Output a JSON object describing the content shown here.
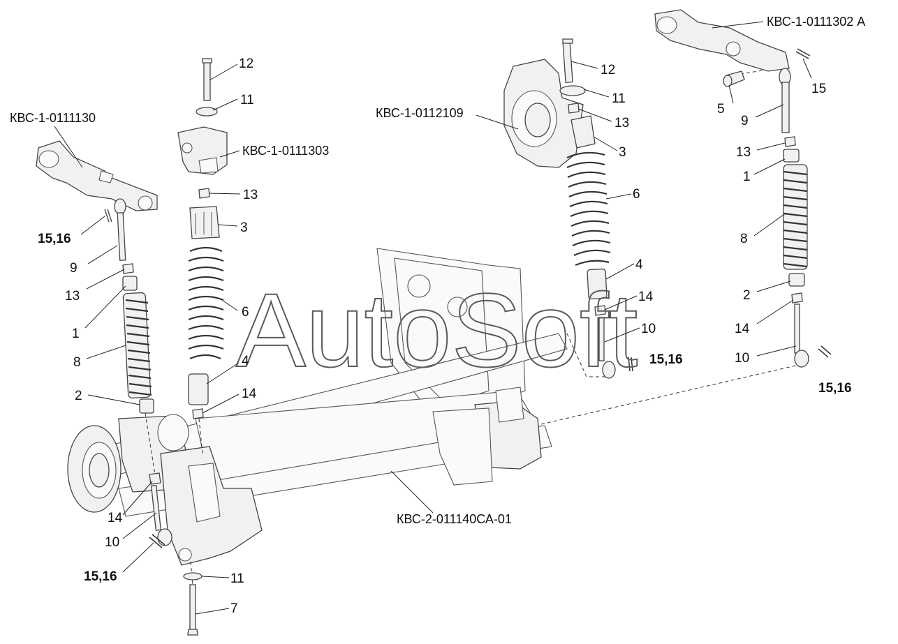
{
  "watermark": "AutoSoft",
  "codes": {
    "left_arm": "КВС-1-0111130",
    "center_bracket": "КВС-1-0111303",
    "right_bracket": "КВС-1-0112109",
    "right_arm": "КВС-1-0111302 А",
    "axle": "КВС-2-011140СА-01"
  },
  "labels": {
    "n1": "1",
    "n2": "2",
    "n3": "3",
    "n4": "4",
    "n5": "5",
    "n6": "6",
    "n7": "7",
    "n8": "8",
    "n9": "9",
    "n10": "10",
    "n11": "11",
    "n12": "12",
    "n13": "13",
    "n14": "14",
    "n15": "15",
    "n15_16": "15,16"
  }
}
